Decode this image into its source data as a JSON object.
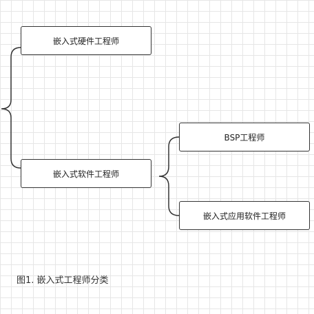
{
  "diagram": {
    "nodes": {
      "hardware": "嵌入式硬件工程师",
      "software": "嵌入式软件工程师",
      "bsp": "BSP工程师",
      "app": "嵌入式应用软件工程师"
    },
    "caption": "图1. 嵌入式工程师分类"
  }
}
